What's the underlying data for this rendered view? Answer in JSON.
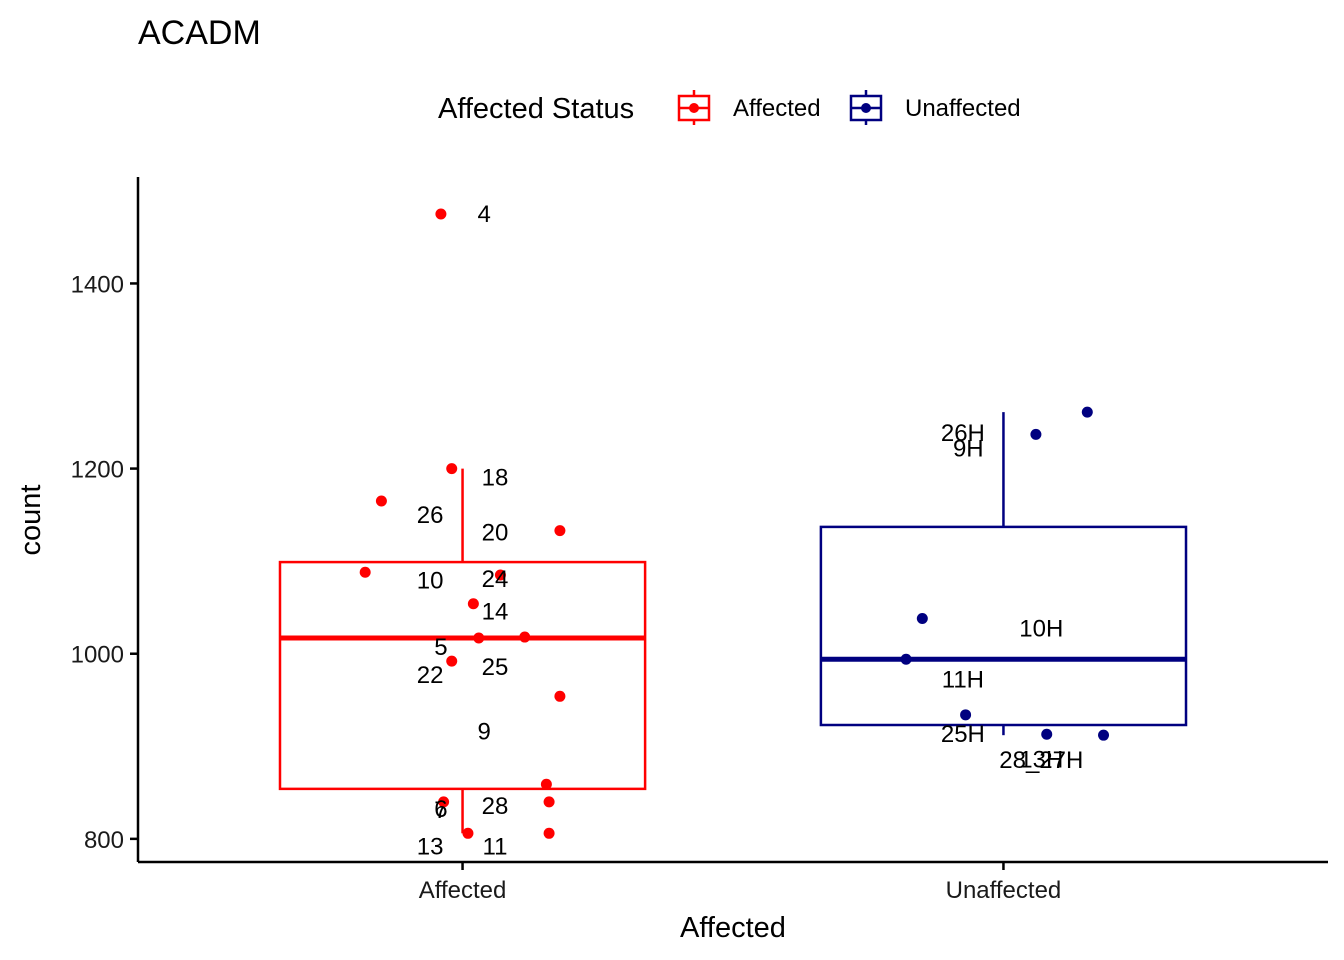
{
  "title": "ACADM",
  "legend": {
    "title": "Affected Status",
    "items": [
      {
        "label": "Affected",
        "color": "#ff0000"
      },
      {
        "label": "Unaffected",
        "color": "#000080"
      }
    ]
  },
  "chart_data": {
    "type": "box",
    "title": "ACADM",
    "xlabel": "Affected",
    "ylabel": "count",
    "ylim": [
      775,
      1515
    ],
    "yticks": [
      800,
      1000,
      1200,
      1400
    ],
    "grid": false,
    "legend_position": "top",
    "categories": [
      "Affected",
      "Unaffected"
    ],
    "boxes": [
      {
        "category": "Affected",
        "color": "#ff0000",
        "whisker_low": 806,
        "q1": 854,
        "median": 1017,
        "q3": 1099,
        "whisker_high": 1200
      },
      {
        "category": "Unaffected",
        "color": "#000080",
        "whisker_low": 912,
        "q1": 923,
        "median": 994,
        "q3": 1137,
        "whisker_high": 1261
      }
    ],
    "points": [
      {
        "category": "Affected",
        "jitter": -0.04,
        "y": 1475,
        "label": "4",
        "label_dx": 0.04,
        "label_dy": 8
      },
      {
        "category": "Affected",
        "jitter": -0.02,
        "y": 1200,
        "label": "18",
        "label_dx": 0.06,
        "label_dy": 17
      },
      {
        "category": "Affected",
        "jitter": -0.15,
        "y": 1165,
        "label": "26",
        "label_dx": -0.06,
        "label_dy": 22
      },
      {
        "category": "Affected",
        "jitter": 0.18,
        "y": 1133,
        "label": "20",
        "label_dx": 0.06,
        "label_dy": 10
      },
      {
        "category": "Affected",
        "jitter": -0.18,
        "y": 1088,
        "label": "10",
        "label_dx": -0.06,
        "label_dy": 16
      },
      {
        "category": "Affected",
        "jitter": 0.07,
        "y": 1085,
        "label": "24",
        "label_dx": 0.06,
        "label_dy": 12
      },
      {
        "category": "Affected",
        "jitter": 0.02,
        "y": 1054,
        "label": "14",
        "label_dx": 0.06,
        "label_dy": 16
      },
      {
        "category": "Affected",
        "jitter": 0.03,
        "y": 1017,
        "label": "5",
        "label_dx": -0.04,
        "label_dy": 17
      },
      {
        "category": "Affected",
        "jitter": 0.115,
        "y": 1018,
        "label": "25",
        "label_dx": 0.06,
        "label_dy": 38
      },
      {
        "category": "Affected",
        "jitter": -0.02,
        "y": 992,
        "label": "22",
        "label_dx": -0.06,
        "label_dy": 22
      },
      {
        "category": "Affected",
        "jitter": 0.18,
        "y": 954,
        "label": "9",
        "label_dx": 0.04,
        "label_dy": 43
      },
      {
        "category": "Affected",
        "jitter": 0.155,
        "y": 859,
        "label": "7",
        "label_dx": -0.04,
        "label_dy": 34
      },
      {
        "category": "Affected",
        "jitter": -0.035,
        "y": 840,
        "label": "6",
        "label_dx": -0.04,
        "label_dy": 15
      },
      {
        "category": "Affected",
        "jitter": 0.16,
        "y": 840,
        "label": "28",
        "label_dx": 0.06,
        "label_dy": 12
      },
      {
        "category": "Affected",
        "jitter": 0.01,
        "y": 806,
        "label": "13",
        "label_dx": -0.06,
        "label_dy": 21
      },
      {
        "category": "Affected",
        "jitter": 0.16,
        "y": 806,
        "label": "11",
        "label_dx": 0.06,
        "label_dy": 21
      },
      {
        "category": "Unaffected",
        "jitter": 0.155,
        "y": 1261,
        "label": "26H",
        "label_dx": -0.075,
        "label_dy": 29
      },
      {
        "category": "Unaffected",
        "jitter": 0.06,
        "y": 1237,
        "label": "9H",
        "label_dx": -0.065,
        "label_dy": 22
      },
      {
        "category": "Unaffected",
        "jitter": -0.15,
        "y": 1038,
        "label": "10H",
        "label_dx": 0.07,
        "label_dy": 18
      },
      {
        "category": "Unaffected",
        "jitter": -0.18,
        "y": 994,
        "label": "11H",
        "label_dx": -0.075,
        "label_dy": 28
      },
      {
        "category": "Unaffected",
        "jitter": -0.07,
        "y": 934,
        "label": "25H",
        "label_dx": -0.075,
        "label_dy": 27
      },
      {
        "category": "Unaffected",
        "jitter": 0.08,
        "y": 913,
        "label": "13H",
        "label_dx": 0.07,
        "label_dy": 33
      },
      {
        "category": "Unaffected",
        "jitter": 0.185,
        "y": 912,
        "label": "28_27H",
        "label_dx": 0.07,
        "label_dy": 33
      }
    ]
  }
}
